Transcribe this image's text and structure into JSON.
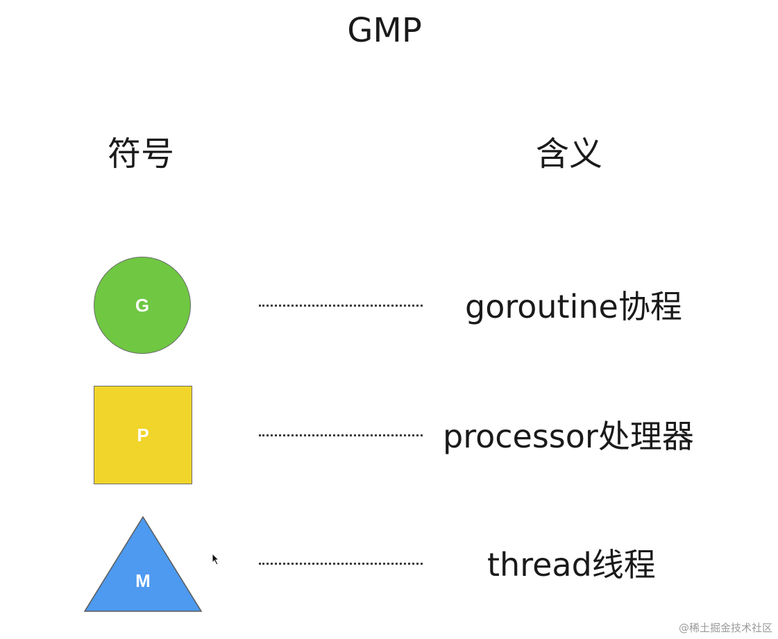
{
  "title": "GMP",
  "headers": {
    "symbol": "符号",
    "meaning": "含义"
  },
  "rows": [
    {
      "symbol_label": "G",
      "shape": "circle",
      "color": "#6fc742",
      "meaning": "goroutine协程"
    },
    {
      "symbol_label": "P",
      "shape": "square",
      "color": "#f1d52b",
      "meaning": "processor处理器"
    },
    {
      "symbol_label": "M",
      "shape": "triangle",
      "color": "#4d9af0",
      "meaning": "thread线程"
    }
  ],
  "cursor_icon": "mouse-pointer-icon",
  "watermark": "@稀土掘金技术社区"
}
